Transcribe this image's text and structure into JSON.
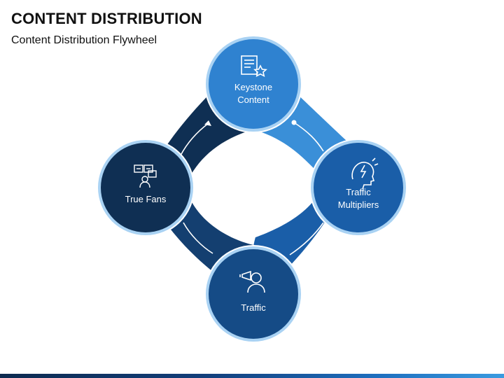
{
  "header": {
    "title": "CONTENT DISTRIBUTION",
    "subtitle": "Content Distribution Flywheel"
  },
  "nodes": [
    {
      "id": "keystone",
      "label": "Keystone Content",
      "icon": "document-star-icon",
      "color": "#2f82d0"
    },
    {
      "id": "multipliers",
      "label": "Traffic Multipliers",
      "icon": "head-lightning-icon",
      "color": "#1a5ea8"
    },
    {
      "id": "traffic",
      "label": "Traffic",
      "icon": "person-megaphone-icon",
      "color": "#154b86"
    },
    {
      "id": "fans",
      "label": "True Fans",
      "icon": "fans-screens-icon",
      "color": "#0f2f53"
    }
  ],
  "colors": {
    "dark_navy": "#0f2f53",
    "navy": "#163f6e",
    "blue": "#1a5ea8",
    "light_blue": "#3a8fd8"
  }
}
